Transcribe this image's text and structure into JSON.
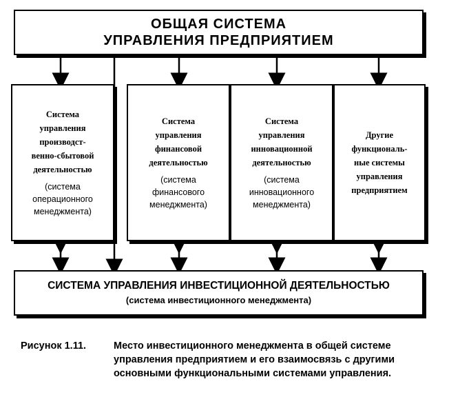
{
  "top_box": {
    "line1": "ОБЩАЯ СИСТЕМА",
    "line2": "УПРАВЛЕНИЯ ПРЕДПРИЯТИЕМ"
  },
  "subsystems": [
    {
      "name_lines": [
        "Система",
        "управления",
        "производст-",
        "венно-сбытовой",
        "деятельностью"
      ],
      "paren_lines": [
        "(система",
        "операционного",
        "менеджмента)"
      ]
    },
    {
      "name_lines": [
        "Система",
        "управления",
        "финансовой",
        "деятельностью"
      ],
      "paren_lines": [
        "(система",
        "финансового",
        "менеджмента)"
      ]
    },
    {
      "name_lines": [
        "Система",
        "управления",
        "инновационной",
        "деятельностью"
      ],
      "paren_lines": [
        "(система",
        "инновационного",
        "менеджмента)"
      ]
    },
    {
      "name_lines": [
        "Другие",
        "функциональ-",
        "ные системы",
        "управления",
        "предприятием"
      ],
      "paren_lines": []
    }
  ],
  "bottom_box": {
    "line1": "СИСТЕМА УПРАВЛЕНИЯ ИНВЕСТИЦИОННОЙ ДЕЯТЕЛЬНОСТЬЮ",
    "line2": "(система инвестиционного менеджмента)"
  },
  "caption": {
    "label": "Рисунок 1.11.",
    "text": "Место инвестиционного менеджмента в общей системе управления предприятием и его взаимосвязь с другими основными функциональными системами управления."
  }
}
